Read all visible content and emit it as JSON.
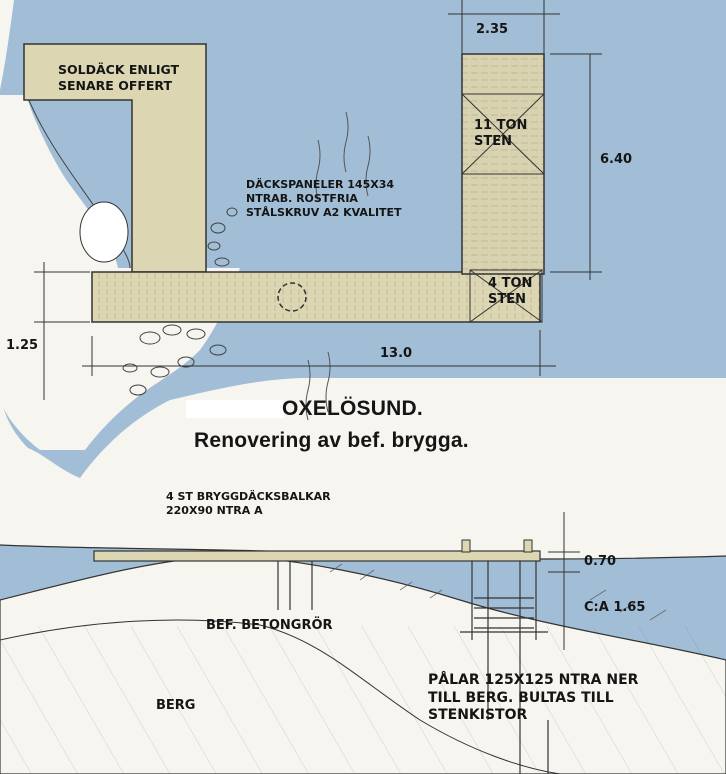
{
  "colors": {
    "water": "#9fbdd6",
    "water_dark": "#87a9c9",
    "deck": "#dcd6b3",
    "ink": "#2a2a2a",
    "paper": "#f7f5ef"
  },
  "labels": {
    "sundeck": [
      "SOLDÄCK ENLIGT",
      "SENARE OFFERT"
    ],
    "panels": [
      "DÄCKSPANELER 145X34",
      "NTRAB. ROSTFRIA",
      "STÅLSKRUV A2 KVALITET"
    ],
    "stone11": [
      "11 TON",
      "STEN"
    ],
    "stone4": [
      "4 TON",
      "STEN"
    ],
    "beams": [
      "4 ST BRYGGDÄCKSBALKAR",
      "220X90 NTRA A"
    ],
    "concrete_pipes": "BEF. BETONGRÖR",
    "piles": [
      "PÅLAR 125X125 NTRA NER",
      "TILL BERG. BULTAS TILL",
      "STENKISTOR"
    ],
    "rock": "BERG"
  },
  "dimensions": {
    "top_width": "2.35",
    "right_height": "6.40",
    "left_height": "1.25",
    "bottom_length": "13.0",
    "deck_height": "0.70",
    "depth": "C:A 1.65"
  },
  "title": {
    "line1": "OXELÖSUND.",
    "line2": "Renovering av bef. brygga."
  }
}
